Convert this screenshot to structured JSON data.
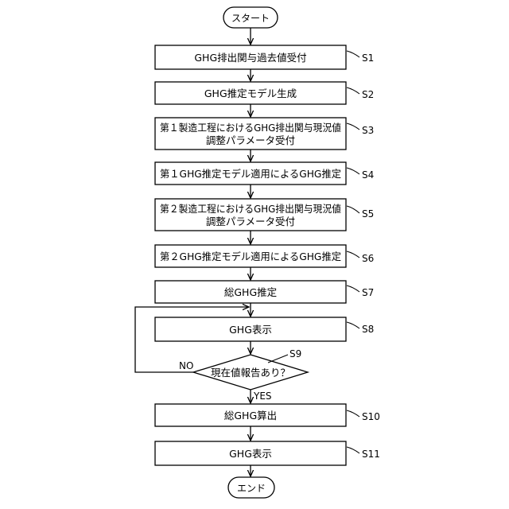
{
  "start_label": "スタート",
  "end_label": "エンド",
  "steps": [
    {
      "id": "S1",
      "lines": [
        "GHG排出関与過去値受付"
      ]
    },
    {
      "id": "S2",
      "lines": [
        "GHG推定モデル生成"
      ]
    },
    {
      "id": "S3",
      "lines": [
        "第１製造工程におけるGHG排出関与現況値",
        "調整パラメータ受付"
      ]
    },
    {
      "id": "S4",
      "lines": [
        "第１GHG推定モデル適用によるGHG推定"
      ]
    },
    {
      "id": "S5",
      "lines": [
        "第２製造工程におけるGHG排出関与現況値",
        "調整パラメータ受付"
      ]
    },
    {
      "id": "S6",
      "lines": [
        "第２GHG推定モデル適用によるGHG推定"
      ]
    },
    {
      "id": "S7",
      "lines": [
        "総GHG推定"
      ]
    },
    {
      "id": "S8",
      "lines": [
        "GHG表示"
      ]
    }
  ],
  "decision": {
    "id": "S9",
    "label": "現在値報告あり？",
    "no_label": "NO",
    "yes_label": "YES"
  },
  "final_steps": [
    {
      "id": "S10",
      "lines": [
        "総GHG算出"
      ]
    },
    {
      "id": "S11",
      "lines": [
        "GHG表示"
      ]
    }
  ]
}
